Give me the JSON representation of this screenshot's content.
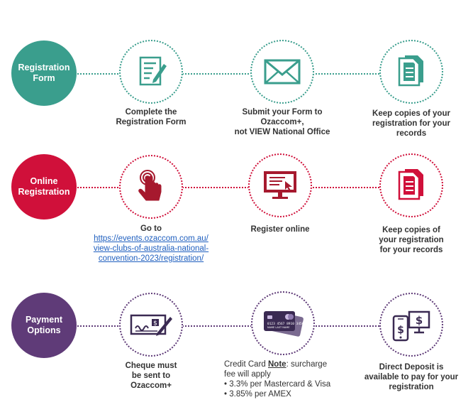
{
  "colors": {
    "row1": "#3a9e8d",
    "row2": "#d0103a",
    "row3": "#5f3b78"
  },
  "rows": [
    {
      "hub": [
        "Registration",
        "Form"
      ],
      "steps": [
        {
          "icon": "registration-form-icon",
          "caption": [
            "Complete the",
            "Registration Form"
          ]
        },
        {
          "icon": "envelope-icon",
          "caption": [
            "Submit your Form to",
            "Ozaccom+,",
            "not VIEW National Office"
          ]
        },
        {
          "icon": "documents-icon",
          "caption": [
            "Keep copies of your",
            "registration for your",
            "records"
          ]
        }
      ]
    },
    {
      "hub": [
        "Online",
        "Registration"
      ],
      "steps": [
        {
          "icon": "touch-hand-icon",
          "caption": [
            "Go to"
          ],
          "link": [
            "https://events.ozaccom.com.au/",
            "view-clubs-of-australia-national-",
            "convention-2023/registration/"
          ]
        },
        {
          "icon": "monitor-icon",
          "caption": [
            "Register online"
          ]
        },
        {
          "icon": "documents-icon",
          "caption": [
            "Keep copies of",
            "your registration",
            "for your records"
          ]
        }
      ]
    },
    {
      "hub": [
        "Payment",
        "Options"
      ],
      "steps": [
        {
          "icon": "cheque-icon",
          "caption": [
            "Cheque must",
            "be sent to",
            "Ozaccom+"
          ]
        },
        {
          "icon": "credit-card-icon",
          "caption_prefix": "Credit Card ",
          "caption_note": "Note",
          "caption_suffix": ": surcharge",
          "caption": [
            "fee will apply"
          ],
          "bullets": [
            "3.3% per Mastercard & Visa",
            "3.85% per AMEX"
          ]
        },
        {
          "icon": "devices-dollar-icon",
          "caption": [
            "Direct Deposit is",
            "available to pay for your",
            "registration"
          ]
        }
      ]
    }
  ]
}
